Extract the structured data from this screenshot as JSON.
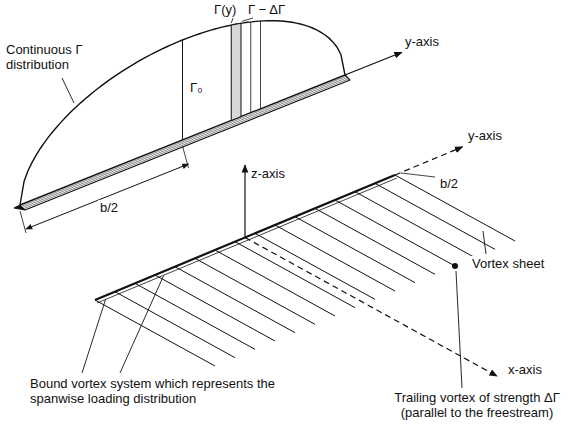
{
  "diagram": {
    "labels": [
      "Γ(y)",
      "Γ − ΔΓ",
      "y-axis",
      "Continuous Γ distribution",
      "Γ₀",
      "b/2",
      "z-axis",
      "y-axis",
      "b/2",
      "Vortex sheet",
      "Bound vortex system which represents the spanwise loading distribution",
      "Trailing vortex of strength ΔΓ (parallel to the freestream)",
      "x-axis"
    ]
  }
}
